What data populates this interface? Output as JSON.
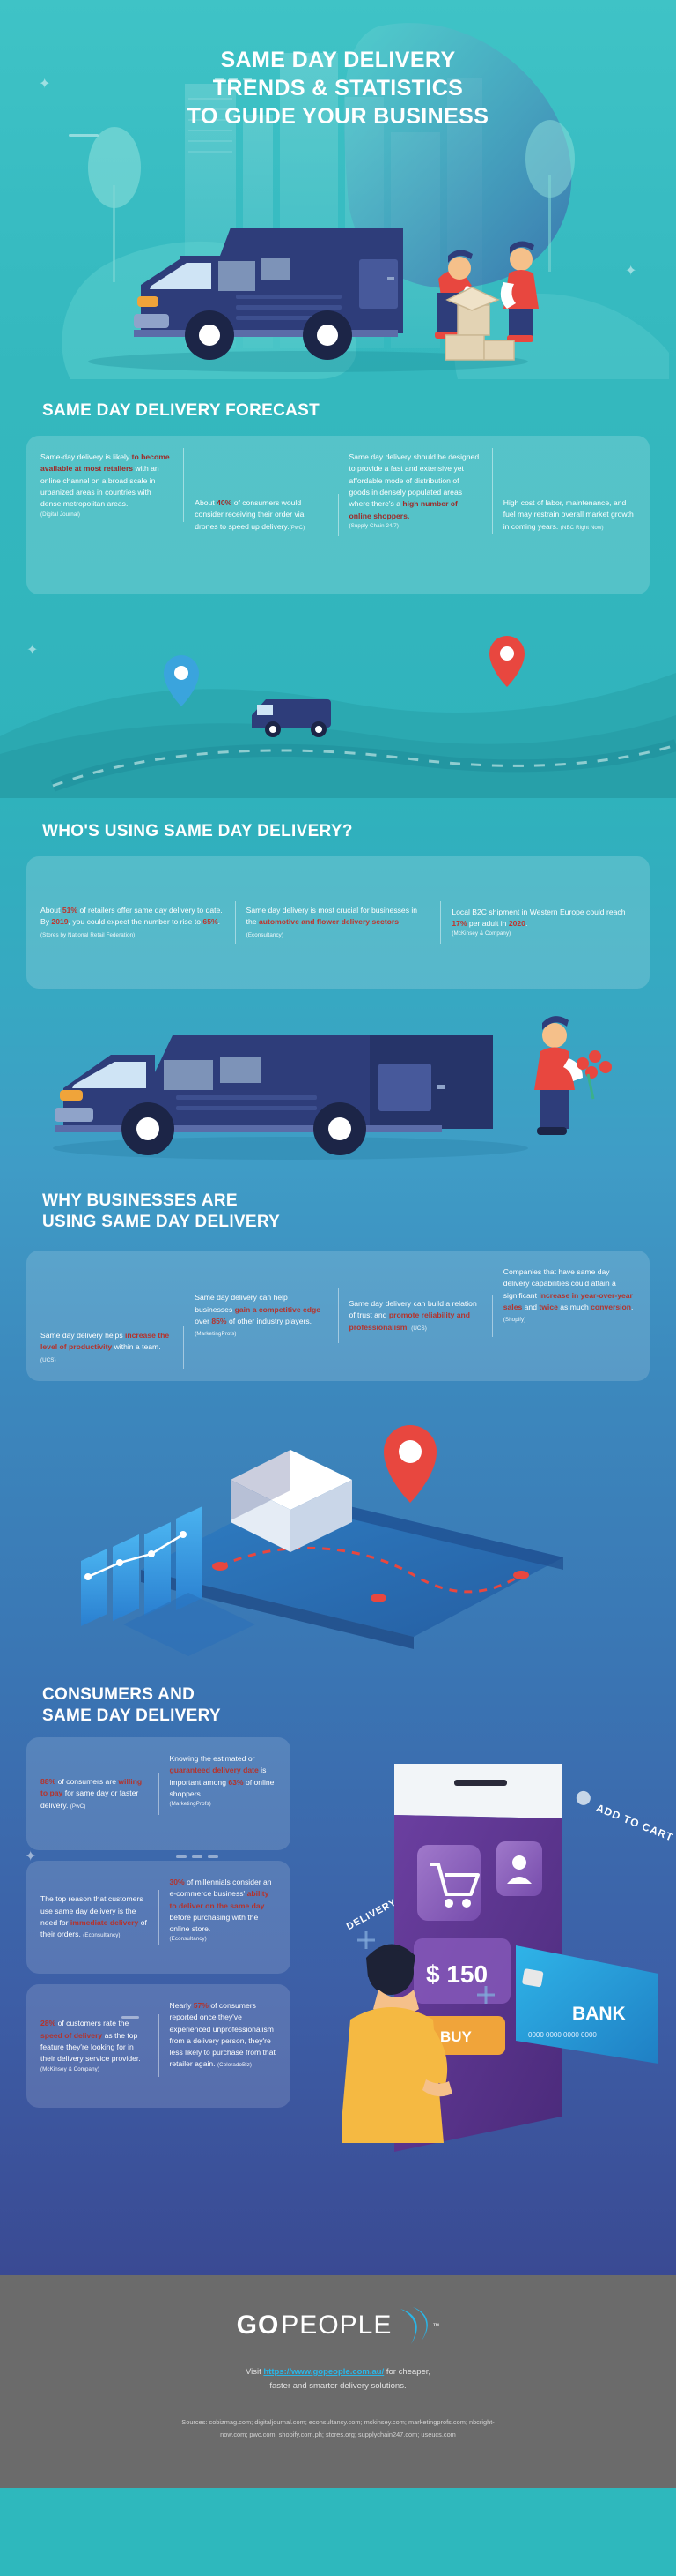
{
  "hero": {
    "title_line1": "SAME DAY DELIVERY",
    "title_line2": "TRENDS & STATISTICS",
    "title_line3": "TO GUIDE YOUR BUSINESS"
  },
  "forecast": {
    "heading": "SAME DAY DELIVERY FORECAST",
    "cards": [
      {
        "pre": "Same-day delivery is likely ",
        "hl": "to become available at most retailers",
        "post": " with an online channel on a broad scale in urbanized areas in countries with dense metropolitan areas.",
        "source": "(Digital Journal)"
      },
      {
        "pre": "About ",
        "hl": "40%",
        "post": " of consumers would consider receiving their order via drones to speed up delivery.",
        "source": "(PwC)"
      },
      {
        "pre": "Same day delivery should be designed to provide a fast and extensive yet affordable mode of distribution of goods in densely populated areas where there's a ",
        "hl": "high number of online shoppers.",
        "post": "",
        "source": "(Supply Chain 24/7)"
      },
      {
        "pre": "High cost of labor, maintenance, and fuel may restrain overall market growth in coming years.",
        "hl": "",
        "post": "",
        "source": "(NBC Right Now)"
      }
    ]
  },
  "who": {
    "heading": "WHO'S USING SAME DAY DELIVERY?",
    "cards": [
      {
        "pre": "About ",
        "hl": "51%",
        "mid": " of retailers offer same day delivery to date. By ",
        "hl2": "2019",
        "mid2": ", you could expect the number to rise to ",
        "hl3": "65%",
        "post": ".",
        "source": "(Stores by National Retail Federation)"
      },
      {
        "pre": "Same day delivery is most crucial for businesses in the ",
        "hl": "automotive and flower delivery sectors",
        "post": ".",
        "source": "(Econsultancy)"
      },
      {
        "pre": "Local B2C shipment in Western Europe could reach ",
        "hl": "17%",
        "mid": " per adult in ",
        "hl2": "2020",
        "post": ".",
        "source": "(McKinsey & Company)"
      }
    ]
  },
  "why": {
    "heading_line1": "WHY BUSINESSES ARE",
    "heading_line2": "USING SAME DAY DELIVERY",
    "cards": [
      {
        "pre": "Same day delivery helps ",
        "hl": "increase the level of productivity",
        "post": " within a team.",
        "source": "(UCS)"
      },
      {
        "pre": "Same day delivery can help businesses ",
        "hl": "gain a competitive edge",
        "mid": " over ",
        "hl2": "85%",
        "post": " of other industry players.",
        "source": "(MarketingProfs)"
      },
      {
        "pre": "Same day delivery can build a relation of trust and ",
        "hl": "promote reliability and professionalism",
        "post": ".",
        "source": "(UCS)"
      },
      {
        "pre": "Companies that have same day delivery capabilities could attain a significant ",
        "hl": "increase in year-over-year sales",
        "mid": " and ",
        "hl2": "twice",
        "post": " as much ",
        "hl3": "conversion",
        "tail": ".",
        "source": "(Shopify)"
      }
    ]
  },
  "consumers": {
    "heading_line1": "CONSUMERS AND",
    "heading_line2": "SAME DAY DELIVERY",
    "cards": [
      {
        "pre": "",
        "hl": "88%",
        "mid": " of consumers are ",
        "hl2": "willing to pay",
        "post": " for same day or faster delivery.",
        "source": "(PwC)"
      },
      {
        "pre": "Knowing the estimated or ",
        "hl": "guaranteed delivery date",
        "mid": " is important among ",
        "hl2": "63%",
        "post": " of online shoppers.",
        "source": "(MarketingProfs)"
      },
      {
        "pre": "The top reason that customers use same day delivery is the need for ",
        "hl": "immediate delivery",
        "post": " of their orders.",
        "source": "(Econsultancy)"
      },
      {
        "pre": "",
        "hl": "30%",
        "mid": " of millennials consider an e-commerce business' ",
        "hl2": "ability to deliver on the same day",
        "post": " before purchasing with the online store.",
        "source": "(Econsultancy)"
      },
      {
        "pre": "",
        "hl": "28%",
        "mid": " of customers rate the ",
        "hl2": "speed of delivery",
        "post": " as the top feature they're looking for in their delivery service provider.",
        "source": "(McKinsey & Company)"
      },
      {
        "pre": "Nearly ",
        "hl": "57%",
        "post": " of consumers reported once they've experienced unprofessionalism from a delivery person, they're less likely to purchase from that retailer again.",
        "source": "(ColoradoBiz)"
      }
    ],
    "phone_labels": {
      "add_to_cart": "ADD TO CART",
      "price": "$ 150",
      "bank": "BANK",
      "buy": "BUY",
      "delivery": "DELIVERY",
      "card_digits": "0000 0000 0000 0000"
    }
  },
  "footer": {
    "logo_go": "GO",
    "logo_people": "PEOPLE",
    "trademark": "™",
    "visit_pre": "Visit ",
    "visit_url": "https://www.gopeople.com.au/",
    "visit_post": " for cheaper,",
    "visit_line2": "faster and smarter delivery solutions.",
    "sources_line1": "Sources: cobizmag.com; digitaljournal.com; econsultancy.com; mckinsey.com; marketingprofs.com; nbcright-",
    "sources_line2": "now.com; pwc.com; shopify.com.ph; stores.org; supplychain247.com; useucs.com"
  },
  "colors": {
    "teal": "#34b8be",
    "blue": "#3a76b4",
    "violet": "#3a4a93",
    "maroon": "#9e2a28",
    "red": "#c0342c",
    "cyan_accent": "#29b6e8",
    "van_body": "#2e3d7a",
    "footer_grey": "#6b6b6b"
  }
}
